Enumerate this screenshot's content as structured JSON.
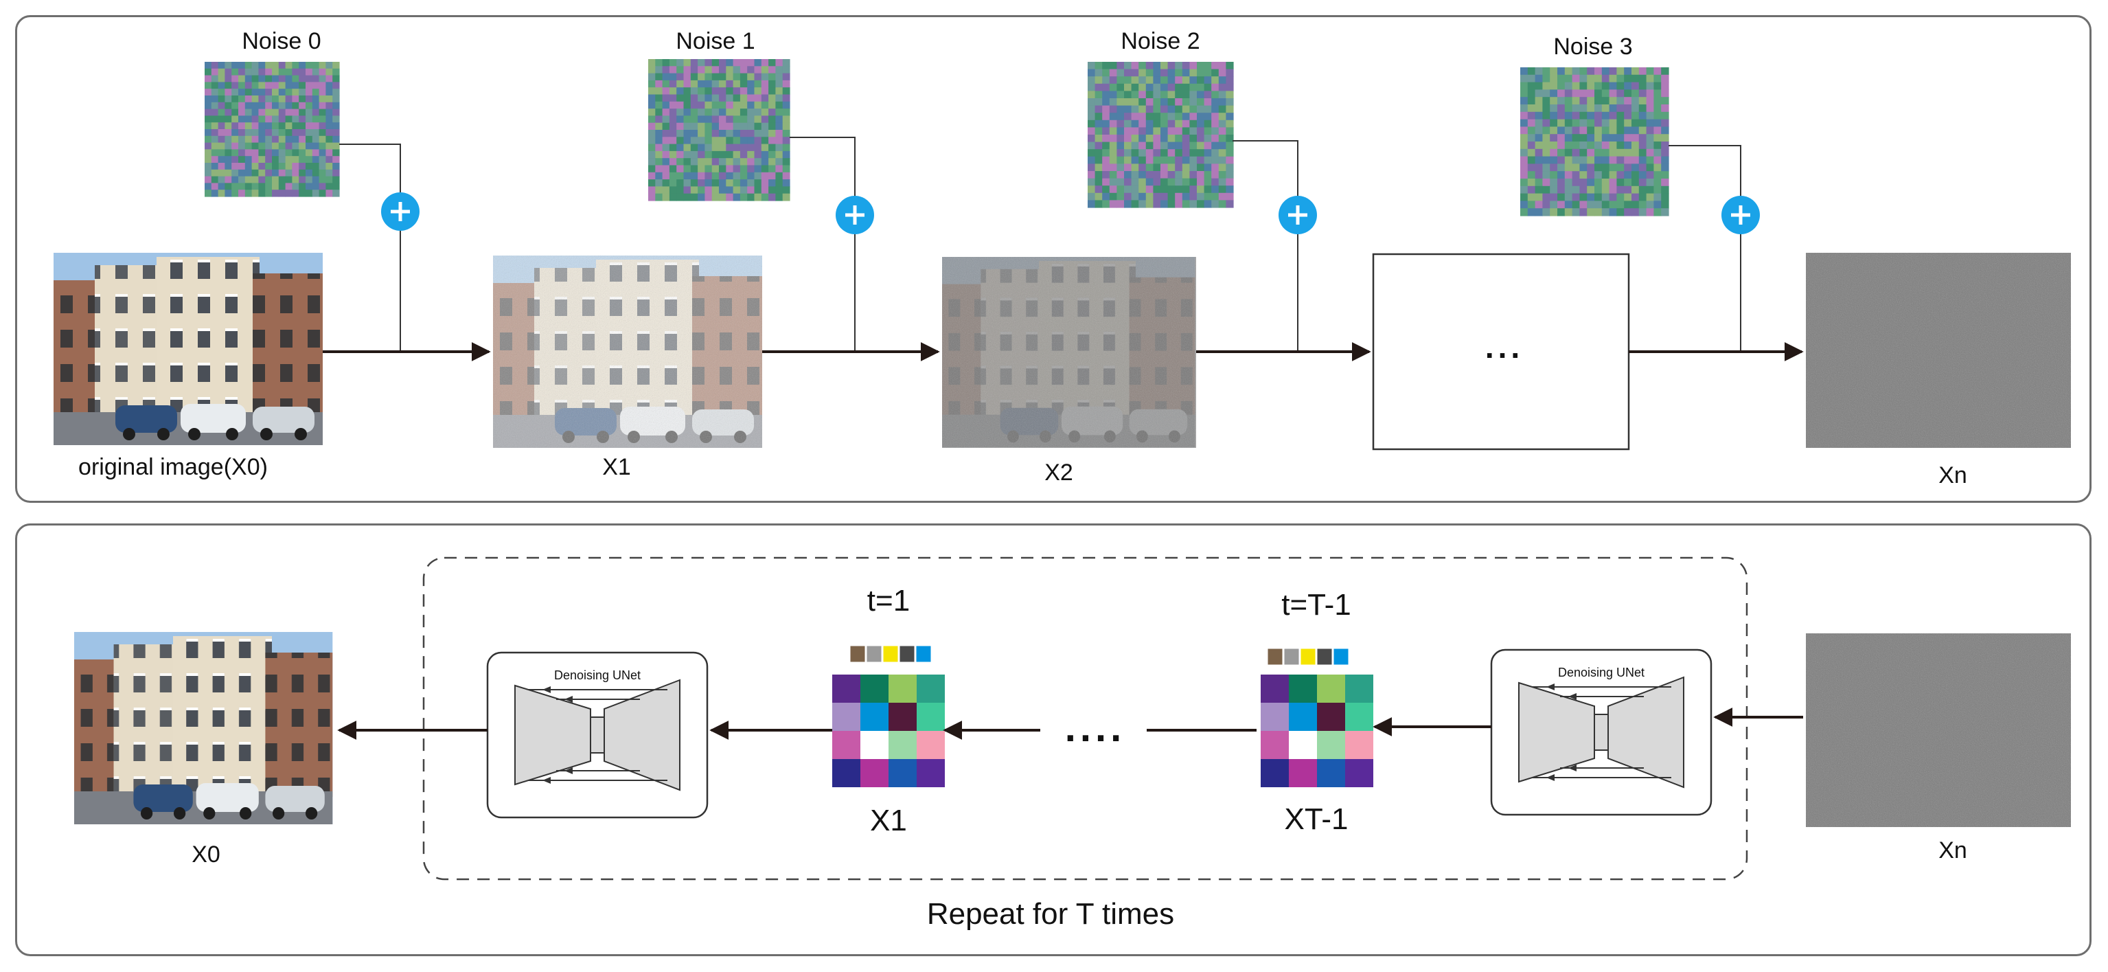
{
  "forward": {
    "noise_labels": [
      "Noise 0",
      "Noise 1",
      "Noise 2",
      "Noise 3"
    ],
    "step_labels": [
      "original image(X0)",
      "X1",
      "X2",
      "Xn"
    ],
    "ellipsis": "...",
    "plus_symbol": "+"
  },
  "reverse": {
    "output_label": "X0",
    "input_label": "Xn",
    "timestep_labels": [
      "t=1",
      "t=T-1"
    ],
    "latent_labels": [
      "X1",
      "XT-1"
    ],
    "unet_label": "Denoising UNet",
    "dots": "....",
    "repeat_caption": "Repeat for T times"
  },
  "colors": {
    "panel_border": "#6e6e6e",
    "arrow": "#231815",
    "plus_circle": "#1aa3e8",
    "unet_fill": "#d9d9d9",
    "noise_palette": [
      "#3f8f6e",
      "#5aa27c",
      "#7d6aa8",
      "#b07ab8",
      "#4f7fa6",
      "#8fb37a",
      "#6d9b9b"
    ],
    "swatch_row": [
      "#7b6248",
      "#9a9a9a",
      "#f5e400",
      "#4a4a4a",
      "#0093e0"
    ],
    "grid_cells": [
      "#5a2a8a",
      "#0d7a5a",
      "#95c75d",
      "#2ba087",
      "#a68ec6",
      "#0092d8",
      "#521a3a",
      "#3fc99a",
      "#c75aa8",
      "#ffffff",
      "#9ad9a6",
      "#f59eb2",
      "#2a2a8a",
      "#b0339a",
      "#1a5ab0",
      "#5a2a9a"
    ]
  }
}
